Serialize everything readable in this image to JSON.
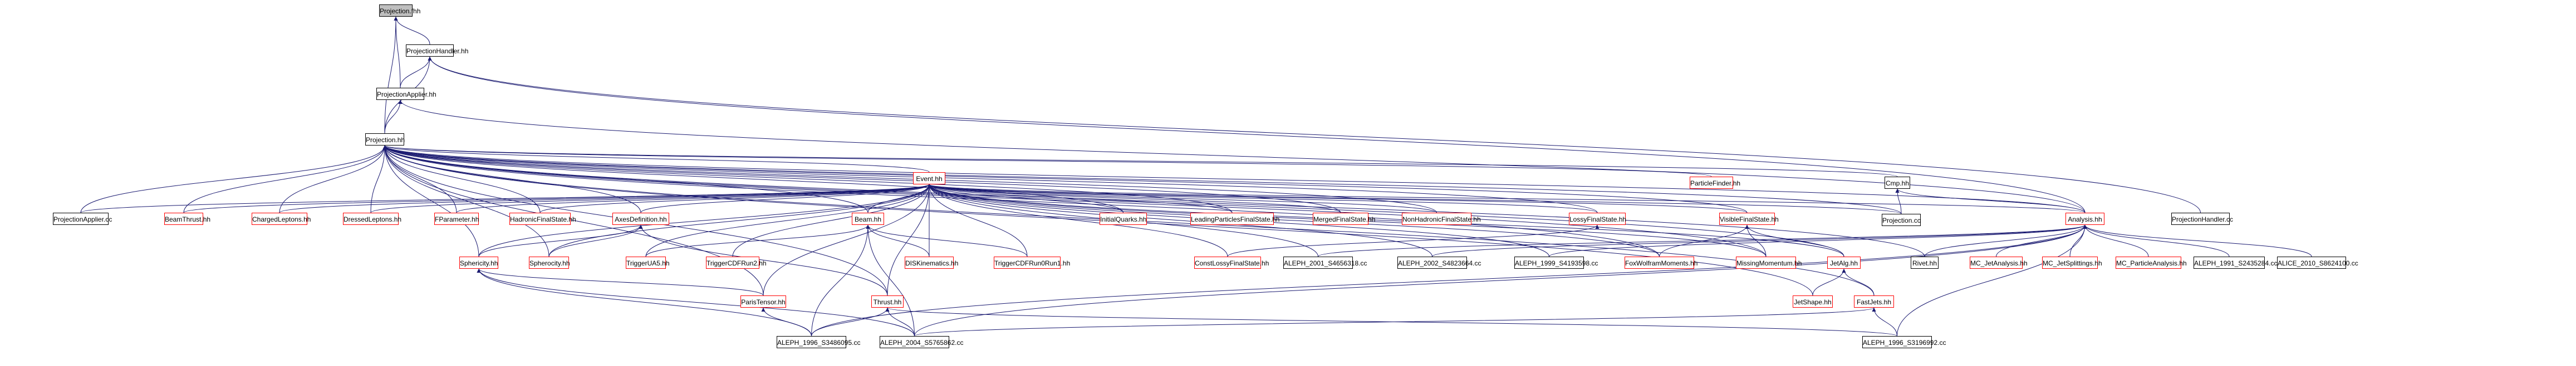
{
  "colors": {
    "node_border": "#000000",
    "node_border_alt": "#ff0000",
    "focus_fill": "#bfbfbf",
    "edge_dark": "#191970",
    "edge_light": "#000000"
  },
  "nodes": {
    "projection_fhh": "Projection.fhh",
    "projectionhandler_hh": "ProjectionHandler.hh",
    "projectionapplier_hh": "ProjectionApplier.hh",
    "projection_hh": "Projection.hh",
    "event_hh": "Event.hh",
    "particlefinder_hh": "ParticleFinder.hh",
    "cmp_hh": "Cmp.hh",
    "projectionapplier_cc": "ProjectionApplier.cc",
    "beamthrust_hh": "BeamThrust.hh",
    "chargedleptons_hh": "ChargedLeptons.hh",
    "dressedleptons_hh": "DressedLeptons.hh",
    "fparameter_hh": "FParameter.hh",
    "hadronicfinalstate_hh": "HadronicFinalState.hh",
    "axesdefinition_hh": "AxesDefinition.hh",
    "beam_hh": "Beam.hh",
    "initialquarks_hh": "InitialQuarks.hh",
    "leadingparticlesfinalstate_hh": "LeadingParticlesFinalState.hh",
    "mergedfinalstate_hh": "MergedFinalState.hh",
    "nonhadronicfinalstate_hh": "NonHadronicFinalState.hh",
    "lossyfinalstate_hh": "LossyFinalState.hh",
    "visiblefinalstate_hh": "VisibleFinalState.hh",
    "projection_cc": "Projection.cc",
    "analysis_hh": "Analysis.hh",
    "projectionhandler_cc": "ProjectionHandler.cc",
    "sphericity_hh": "Sphericity.hh",
    "spherocity_hh": "Spherocity.hh",
    "triggerua5_hh": "TriggerUA5.hh",
    "triggercdfrun2_hh": "TriggerCDFRun2.hh",
    "diskinematics_hh": "DISKinematics.hh",
    "triggercdfrun0run1_hh": "TriggerCDFRun0Run1.hh",
    "constlossyfinalstate_hh": "ConstLossyFinalState.hh",
    "aleph_2001_s4656318_cc": "ALEPH_2001_S4656318.cc",
    "aleph_2002_s4823664_cc": "ALEPH_2002_S4823664.cc",
    "aleph_1999_s4193598_cc": "ALEPH_1999_S4193598.cc",
    "foxwolframmoments_hh": "FoxWolframMoments.hh",
    "missingmomentum_hh": "MissingMomentum.hh",
    "jetalg_hh": "JetAlg.hh",
    "rivet_hh": "Rivet.hh",
    "mc_jetanalysis_hh": "MC_JetAnalysis.hh",
    "mc_jetsplittings_hh": "MC_JetSplittings.hh",
    "mc_particleanalysis_hh": "MC_ParticleAnalysis.hh",
    "aleph_1991_s2435284_cc": "ALEPH_1991_S2435284.cc",
    "alice_2010_s8624100_cc": "ALICE_2010_S8624100.cc",
    "paristensor_hh": "ParisTensor.hh",
    "thrust_hh": "Thrust.hh",
    "jetshape_hh": "JetShape.hh",
    "fastjets_hh": "FastJets.hh",
    "aleph_1996_s3486095_cc": "ALEPH_1996_S3486095.cc",
    "aleph_2004_s5765862_cc": "ALEPH_2004_S5765862.cc",
    "aleph_1996_s3196992_cc": "ALEPH_1996_S3196992.cc"
  }
}
